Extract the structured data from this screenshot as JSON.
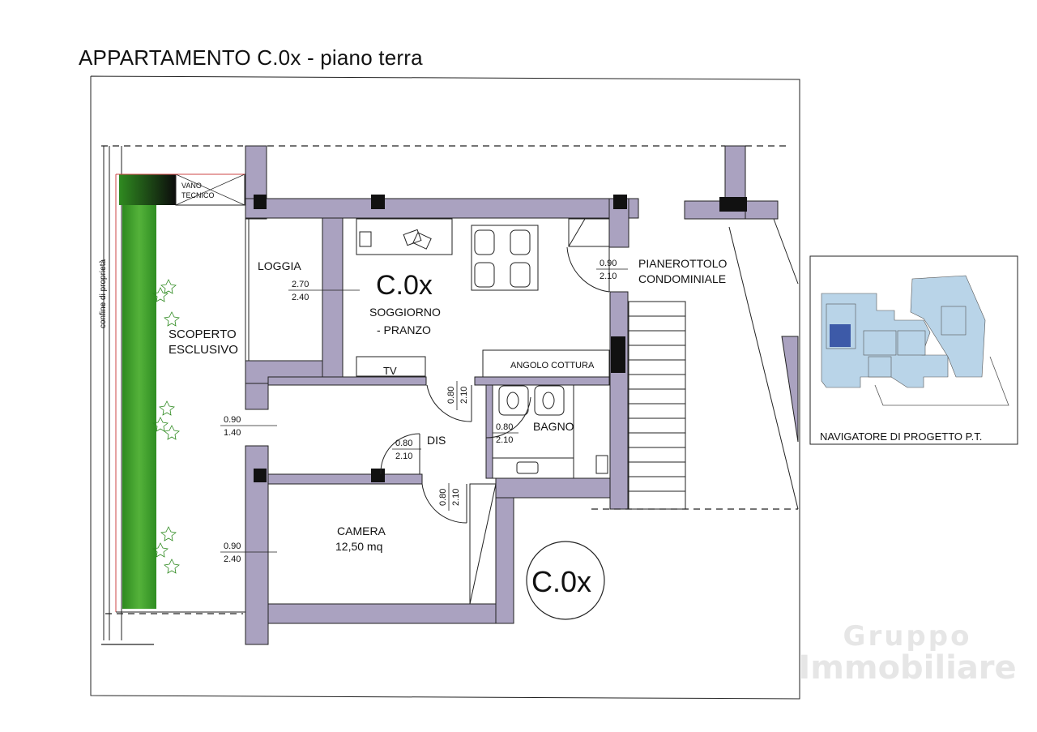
{
  "title": "APPARTAMENTO C.0x - piano terra",
  "colors": {
    "wall": "#aaa2c0",
    "garden": "#3c9a2a",
    "navigator_fill": "#b9d4e8",
    "navigator_highlight": "#3d5aa8",
    "property_line": "#c44"
  },
  "rooms": {
    "loggia": "LOGGIA",
    "unit_code": "C.0x",
    "soggiorno_1": "SOGGIORNO",
    "soggiorno_2": "- PRANZO",
    "scoperto_1": "SCOPERTO",
    "scoperto_2": "ESCLUSIVO",
    "vano_1": "VANO",
    "vano_2": "TECNICO",
    "pianerottolo_1": "PIANEROTTOLO",
    "pianerottolo_2": "CONDOMINIALE",
    "angolo_cottura": "ANGOLO COTTURA",
    "tv": "TV",
    "bagno": "BAGNO",
    "dis": "DIS",
    "camera": "CAMERA",
    "camera_area": "12,50 mq",
    "unit_code_circle": "C.0x"
  },
  "property_line_label": "confine di proprietà",
  "dimensions": {
    "loggia_w": "2.70",
    "loggia_h": "2.40",
    "pian_w": "0.90",
    "pian_h": "2.10",
    "win1_w": "0.90",
    "win1_h": "1.40",
    "win2_w": "0.90",
    "win2_h": "2.40",
    "door1_w": "0.80",
    "door1_h": "2.10",
    "door2_w": "0.80",
    "door2_h": "2.10",
    "door3_w": "0.80",
    "door3_h": "2.10",
    "door4_w": "0.80",
    "door4_h": "2.10"
  },
  "navigator": {
    "caption": "NAVIGATORE DI PROGETTO P.T."
  },
  "watermark": {
    "line1": "Gruppo",
    "line2": "Immobiliare"
  }
}
